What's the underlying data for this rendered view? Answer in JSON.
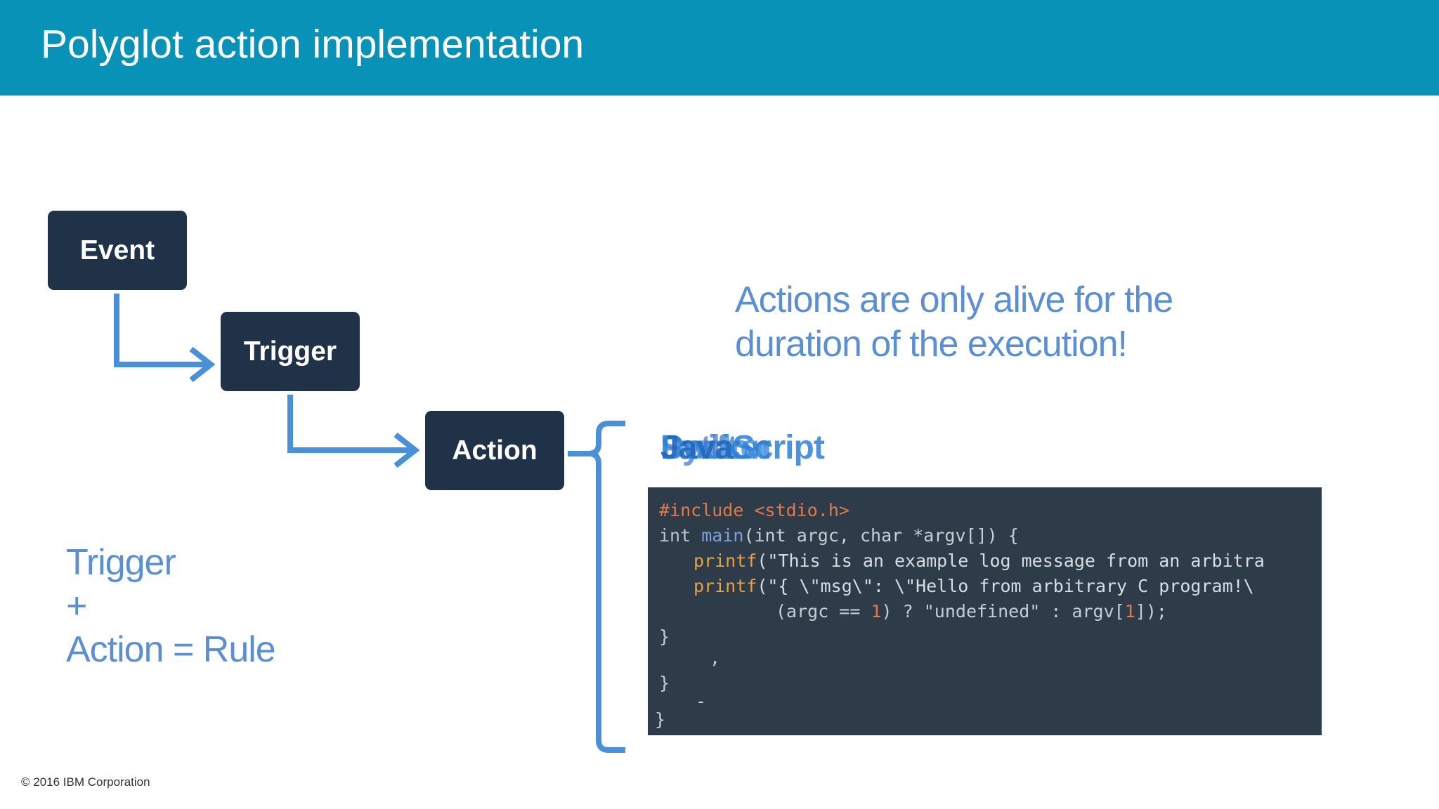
{
  "slide": {
    "title": "Polyglot action implementation",
    "header_color": "#0892b8"
  },
  "flow": {
    "event_label": "Event",
    "trigger_label": "Trigger",
    "action_label": "Action",
    "box_color": "#1f3247",
    "arrow_color": "#4a90d9"
  },
  "note": {
    "line1": "Actions are only alive for the",
    "line2": "duration of the execution!"
  },
  "rule": {
    "line1": "Trigger",
    "line2": "+",
    "line3": "Action = Rule"
  },
  "languages": [
    {
      "name": "JavaScript",
      "color": "#2f7fd8"
    },
    {
      "name": "Swift",
      "color": "#2a6fc4"
    },
    {
      "name": "Python",
      "color": "#3b6fd0"
    },
    {
      "name": "Docker",
      "color": "#2288d8"
    },
    {
      "name": "Java",
      "color": "#1f5fb8"
    }
  ],
  "code": {
    "line1_pre": "#include <stdio.h>",
    "line2_a": "int ",
    "line2_fn": "main",
    "line2_b": "(int argc, char *argv[]) {",
    "line3_call": "printf",
    "line3_rest": "(\"This is an example log message from an arbitra",
    "line4_call": "printf",
    "line4_rest": "(\"{ \\\"msg\\\": \\\"Hello from arbitrary C program!\\",
    "line5_a": "(argc == ",
    "line5_n1": "1",
    "line5_b": ") ? \"undefined\" : argv[",
    "line5_n2": "1",
    "line5_c": "]);",
    "line6": "}",
    "line7": ",",
    "line8": "}",
    "line9": "-",
    "line10": "}"
  },
  "footer": {
    "copyright": "© 2016 IBM Corporation"
  }
}
